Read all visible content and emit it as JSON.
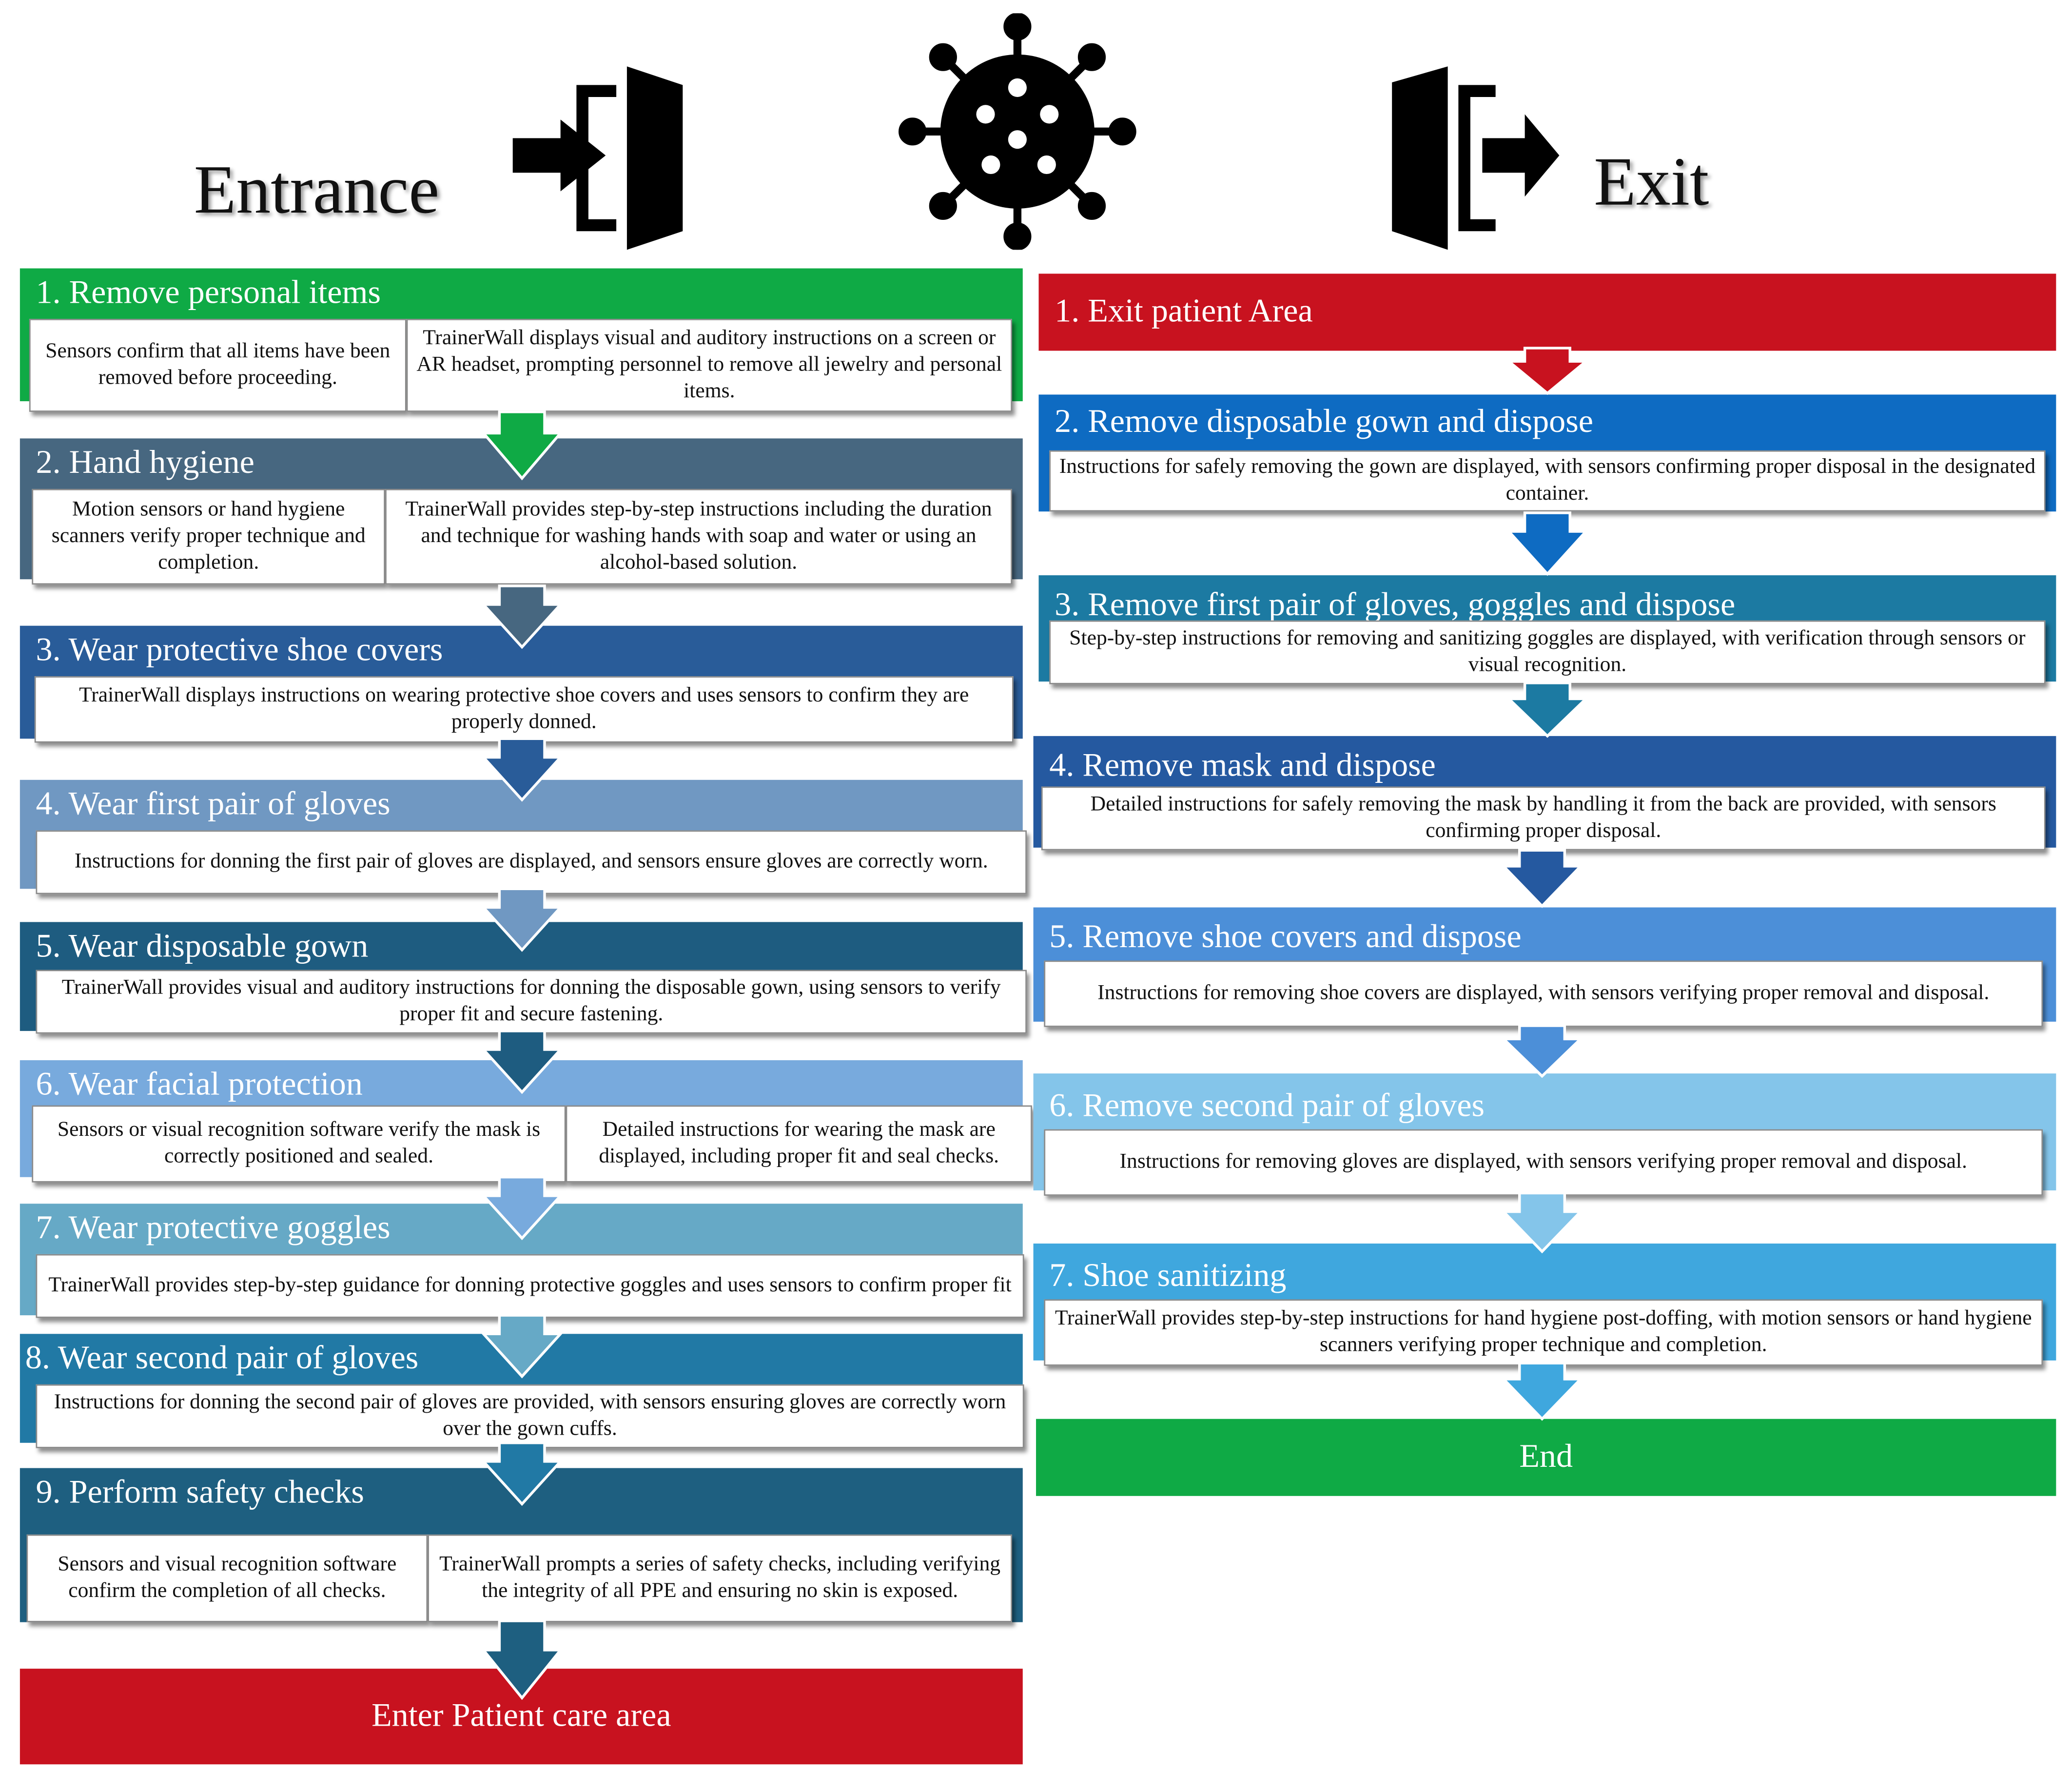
{
  "titles": {
    "entrance": "Entrance",
    "exit": "Exit"
  },
  "icons": {
    "entrance": "entrance-door-icon",
    "virus": "virus-icon",
    "exit": "exit-door-icon"
  },
  "entrance_steps": [
    {
      "title": "1. Remove personal items",
      "color": "#0FAA45",
      "boxes": [
        "Sensors confirm that all items have been removed before proceeding.",
        "TrainerWall displays visual and auditory instructions on a screen or AR headset, prompting personnel to remove all jewelry and personal items."
      ]
    },
    {
      "title": "2. Hand hygiene",
      "color": "#476780",
      "boxes": [
        "Motion sensors or hand hygiene scanners verify proper technique and completion.",
        "TrainerWall provides step-by-step instructions including the duration and technique for washing hands with soap and water or using an alcohol-based solution."
      ]
    },
    {
      "title": "3. Wear protective shoe covers",
      "color": "#295C99",
      "boxes": [
        "TrainerWall displays instructions on wearing protective shoe covers and uses sensors to confirm they are properly donned."
      ]
    },
    {
      "title": "4. Wear first pair of gloves",
      "color": "#7098C2",
      "boxes": [
        "Instructions for donning the first pair of gloves are displayed, and sensors ensure gloves are correctly worn."
      ]
    },
    {
      "title": "5. Wear disposable gown",
      "color": "#1E5C80",
      "boxes": [
        "TrainerWall provides visual and auditory instructions for donning the disposable gown, using sensors to verify proper fit and secure fastening."
      ]
    },
    {
      "title": "6. Wear facial protection",
      "color": "#78AADD",
      "boxes": [
        "Sensors or visual recognition software verify the mask is correctly positioned and sealed.",
        "Detailed instructions for wearing the mask are displayed, including proper fit and seal checks."
      ]
    },
    {
      "title": "7. Wear protective goggles",
      "color": "#66A9C6",
      "boxes": [
        "TrainerWall provides step-by-step guidance for donning protective goggles and uses sensors to confirm proper fit"
      ]
    },
    {
      "title": "8. Wear second pair of gloves",
      "color": "#2179A5",
      "boxes": [
        "Instructions for donning the second pair of gloves are provided, with sensors ensuring gloves are correctly worn over the gown cuffs."
      ]
    },
    {
      "title": "9. Perform safety checks",
      "color": "#1E5F80",
      "boxes": [
        "Sensors and visual recognition software confirm the completion of all checks.",
        "TrainerWall prompts a series of safety checks, including verifying the integrity of all PPE and ensuring no skin is exposed."
      ]
    }
  ],
  "entrance_end": {
    "label": "Enter Patient care area",
    "color": "#C8121F"
  },
  "exit_steps": [
    {
      "title": "1. Exit patient Area",
      "color": "#C8121F",
      "boxes": []
    },
    {
      "title": "2. Remove disposable gown and dispose",
      "color": "#0E6BC2",
      "boxes": [
        "Instructions for safely removing the gown are displayed, with sensors confirming proper disposal in the designated container."
      ]
    },
    {
      "title": "3. Remove first pair of gloves, goggles and dispose",
      "color": "#1C7AA2",
      "boxes": [
        "Step-by-step instructions for removing and sanitizing goggles are displayed, with verification through sensors or visual recognition."
      ]
    },
    {
      "title": "4. Remove mask and dispose",
      "color": "#2559A0",
      "boxes": [
        "Detailed instructions for safely removing the mask by handling it from the back are provided, with sensors confirming proper disposal."
      ]
    },
    {
      "title": "5. Remove shoe covers and dispose",
      "color": "#4C8FD8",
      "boxes": [
        "Instructions for removing shoe covers are displayed, with sensors verifying proper removal and disposal."
      ]
    },
    {
      "title": "6. Remove second pair of gloves",
      "color": "#84C5EA",
      "boxes": [
        "Instructions for removing gloves are displayed, with sensors verifying proper removal and disposal."
      ]
    },
    {
      "title": "7. Shoe sanitizing",
      "color": "#3FA7DE",
      "boxes": [
        "TrainerWall provides step-by-step instructions for hand hygiene post-doffing, with motion sensors or hand hygiene scanners verifying proper technique and completion."
      ]
    }
  ],
  "exit_end": {
    "label": "End",
    "color": "#0FAA45"
  }
}
